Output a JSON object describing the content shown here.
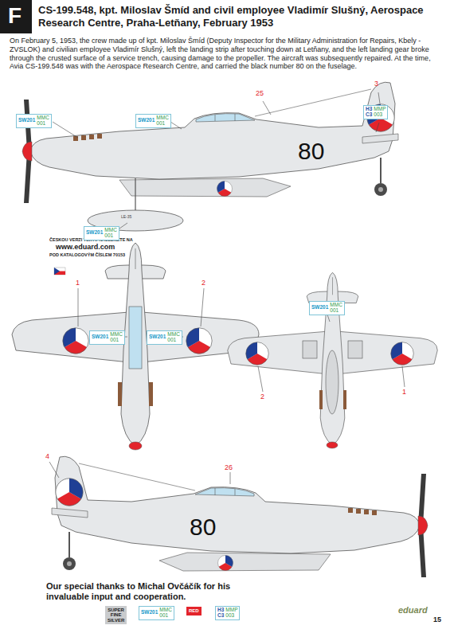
{
  "diagram": {
    "title": "CS-199.548, kpt. Miloslav Šmíd and civil employee Vladimír Slušný, Aerospace Research Centre, Praha-Letňany, February 1953",
    "nodes": [
      {
        "text": [
          "SW201",
          "MMC 001"
        ]
      },
      {
        "text": [
          "SW201",
          "MMC 001"
        ]
      },
      {
        "text": [
          "H3 C3",
          "MMP 003"
        ]
      },
      {
        "text": [
          "SW201",
          "MMC 001"
        ]
      },
      {
        "text": [
          "SW201",
          "MMC 001"
        ]
      },
      {
        "text": [
          "SW201",
          "MMC 001"
        ]
      },
      {
        "text": [
          "SW201",
          "MMC 001"
        ]
      },
      {
        "text": [
          "SW201",
          "MMC 001"
        ]
      },
      {
        "text": [
          "H3 C3",
          "MMP 003"
        ]
      }
    ],
    "labels": [
      "F",
      "On February 5, 1953, the crew made up of kpt. Miloslav Šmíd (Deputy Inspector for the Military Administration for Repairs, Kbely - ZVSLOK) and civilian employee Vladimír Slušný, left the landing strip after touching down at Letňany, and the left landing gear broke through the crusted surface of a service trench, causing damage to the propeller. The aircraft was subsequently repaired. At the time, Avia CS-199.548 was with the Aerospace Research Centre, and carried the black number 80 on the fuselage.",
      "3",
      "25",
      "80",
      "LE-35",
      "ČESKOU VERZI TEXTU NALEZNETE NA",
      "www.eduard.com",
      "POD KATALOGOVÝM ČÍSLEM 70153",
      "1",
      "2",
      "2",
      "1",
      "4",
      "26",
      "80",
      "Our special thanks to Michal Ovčáčík for his invaluable input and cooperation.",
      "eduard",
      "15"
    ],
    "legend": [
      {
        "text": "SUPER FINE SILVER",
        "color": "#c9cbcd"
      },
      {
        "text": "RED",
        "color": "#e3242b"
      }
    ]
  }
}
